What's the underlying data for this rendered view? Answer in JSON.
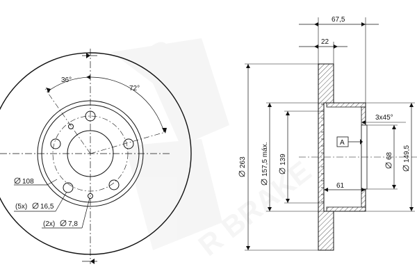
{
  "watermark": {
    "brand_text": "R BRAKE",
    "brand_letter": "R",
    "color": "#ececec"
  },
  "front_view": {
    "angle_36": "36°",
    "angle_72": "72°",
    "pcd": "108",
    "holes_5": "(5x)",
    "hole_dia_5": "16,5",
    "holes_2": "(2x)",
    "hole_dia_2": "7,8"
  },
  "side_view": {
    "overall_height": "67,5",
    "disc_thickness": "22",
    "chamfer": "3x45°",
    "datum": "A",
    "outer_diameter": "263",
    "friction_max": "157,5 máx.",
    "inner_139": "139",
    "bore": "68",
    "hat_diameter": "149,5",
    "hat_depth": "61"
  },
  "colors": {
    "hatch": "#555555",
    "line": "#111111"
  }
}
